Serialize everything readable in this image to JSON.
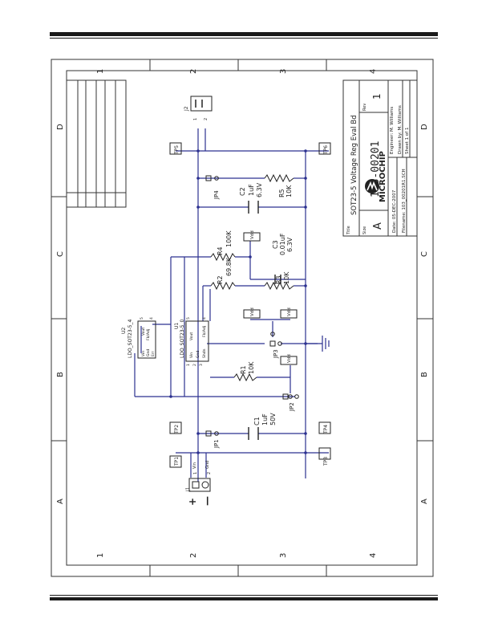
{
  "sheet": {
    "zones_letters": [
      "A",
      "B",
      "C",
      "D"
    ],
    "zones_numbers": [
      "1",
      "2",
      "3",
      "4"
    ]
  },
  "title_block": {
    "title_label": "Title",
    "title": "SOT23-5 Voltage Reg Eval Bd",
    "size_label": "Size",
    "size": "A",
    "docnum": "103-00201",
    "rev_label": "Rev",
    "rev": "1",
    "company": "MICROCHIP",
    "engineer": "Engineer: M. Williams",
    "drawn": "Drawn by: M. Williams",
    "date": "Date: 05-DEC-2007",
    "sheet": "Sheet 1 of 1",
    "filename": "Filename: 103_00201R1.SCH"
  },
  "components": {
    "j1": "J1",
    "j1_pin1": "1",
    "j1_pin2": "2",
    "vin": "Vin",
    "gnd": "Gnd",
    "plus": "+",
    "minus": "—",
    "j2": "J2",
    "j2_pin1": "1",
    "j2_pin2": "2",
    "tp1": "TP1",
    "tp2": "TP2",
    "tp3": "TP3",
    "tp4": "TP4",
    "tp5": "TP5",
    "tp6": "TP6",
    "u1": "U1",
    "u1_pkg": "LDO_SOT23-5_0",
    "u2": "U2",
    "u2_pkg": "LDO_SOT23-5_4",
    "u_vin": "Vin",
    "u_vout": "Vout",
    "u_gnd": "Gnd",
    "u_shdn": "Shdn",
    "u_fb": "Fb/Adj",
    "u_err": "Err",
    "p1": "1",
    "p2": "2",
    "p3": "3",
    "p4": "4",
    "p5": "5",
    "jp1": "JP1",
    "jp2": "JP2",
    "jp3": "JP3",
    "jp4": "JP4",
    "r1": "R1",
    "r1v": "10K",
    "r2": "R2",
    "r2v": "69.8K",
    "r3": "R3",
    "r3v": "10K",
    "r4": "R4",
    "r4v": "100K",
    "r5": "R5",
    "r5v": "10K",
    "c1": "C1",
    "c1v": "1uF",
    "c1r": "50V",
    "c2": "C2",
    "c2v": "1uF",
    "c2r": "6.3V",
    "c3": "C3",
    "c3v": "0.01uF",
    "c3r": "6.3V",
    "net_vdd1": "Vdd",
    "net_vdd2": "Vdd",
    "net_vdd3": "Vdd",
    "net_vdd4": "Vdd"
  }
}
